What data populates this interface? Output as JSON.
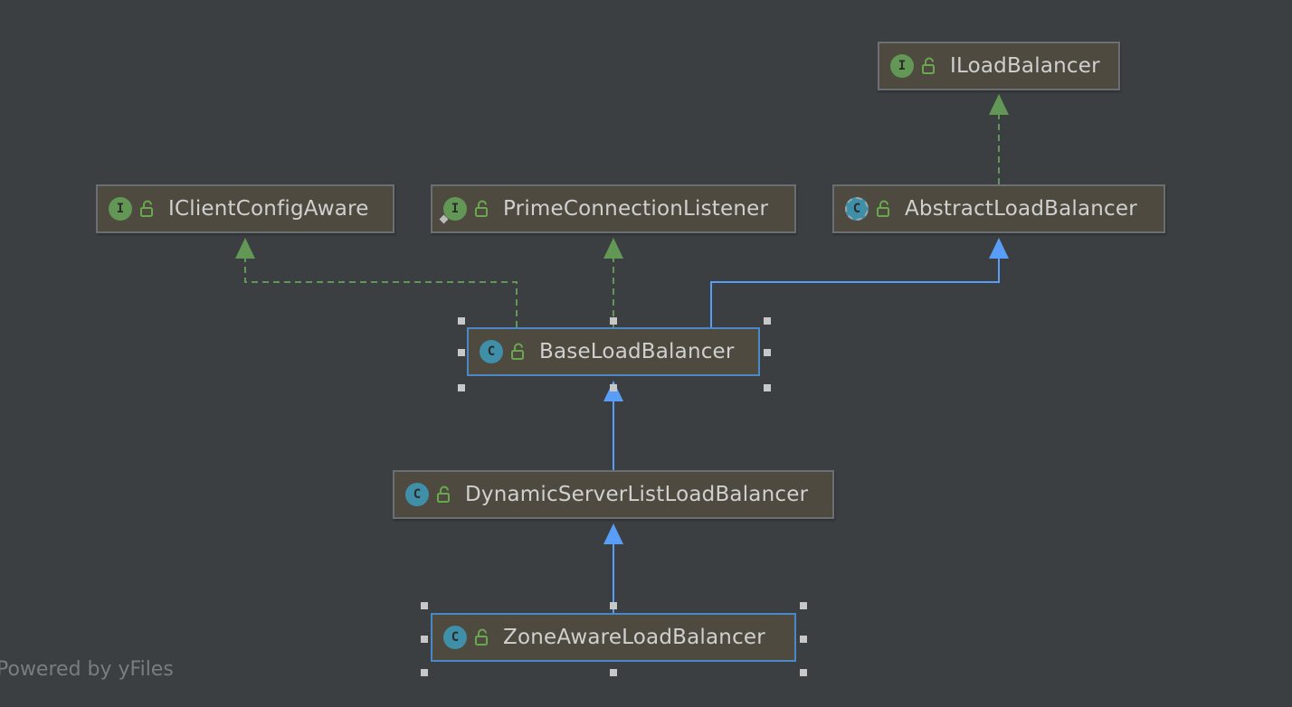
{
  "diagram": {
    "nodes": [
      {
        "id": "iloadbalancer",
        "label": "ILoadBalancer",
        "kind": "interface",
        "badge": "I",
        "selected": false
      },
      {
        "id": "iclientconfigaware",
        "label": "IClientConfigAware",
        "kind": "interface",
        "badge": "I",
        "selected": false
      },
      {
        "id": "primeconnectionlistener",
        "label": "PrimeConnectionListener",
        "kind": "interface",
        "badge": "I",
        "selected": false
      },
      {
        "id": "abstractloadbalancer",
        "label": "AbstractLoadBalancer",
        "kind": "abstract",
        "badge": "C",
        "selected": false
      },
      {
        "id": "baseloadbalancer",
        "label": "BaseLoadBalancer",
        "kind": "class",
        "badge": "C",
        "selected": true
      },
      {
        "id": "dynamicserverlistloadbalancer",
        "label": "DynamicServerListLoadBalancer",
        "kind": "class",
        "badge": "C",
        "selected": false
      },
      {
        "id": "zoneawareloadbalancer",
        "label": "ZoneAwareLoadBalancer",
        "kind": "class",
        "badge": "C",
        "selected": true
      }
    ],
    "edges": [
      {
        "from": "abstractloadbalancer",
        "to": "iloadbalancer",
        "type": "implements"
      },
      {
        "from": "baseloadbalancer",
        "to": "iclientconfigaware",
        "type": "implements"
      },
      {
        "from": "baseloadbalancer",
        "to": "primeconnectionlistener",
        "type": "implements"
      },
      {
        "from": "baseloadbalancer",
        "to": "abstractloadbalancer",
        "type": "extends"
      },
      {
        "from": "dynamicserverlistloadbalancer",
        "to": "baseloadbalancer",
        "type": "extends"
      },
      {
        "from": "zoneawareloadbalancer",
        "to": "dynamicserverlistloadbalancer",
        "type": "extends"
      }
    ]
  },
  "colors": {
    "background": "#3c3f41",
    "node_fill": "#4e4a3f",
    "node_border": "#6a6f73",
    "selected_border": "#4a88c7",
    "implements_edge": "#629755",
    "extends_edge": "#589df6",
    "interface_badge": "#629755",
    "class_badge": "#3f8fa8",
    "label_text": "#d0d0d0"
  },
  "icons": {
    "visibility": "open-lock-icon"
  },
  "watermark": "Powered by yFiles"
}
